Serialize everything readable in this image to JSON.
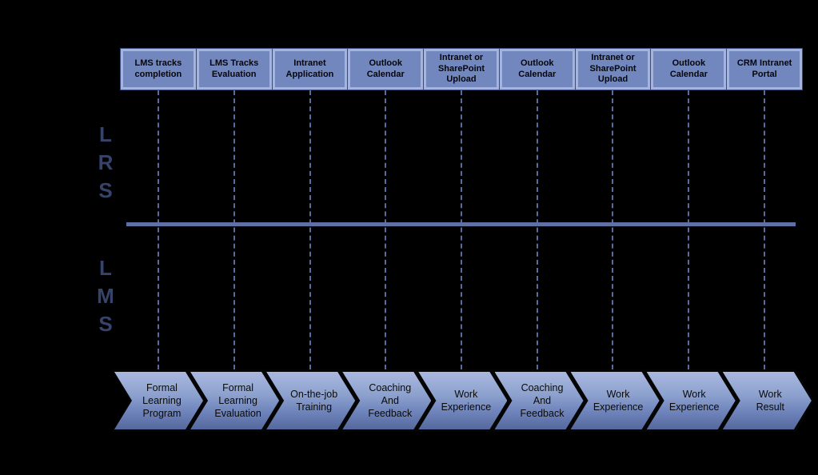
{
  "diagram": {
    "title": "Learning systems and process flow diagram",
    "colors": {
      "background": "#000000",
      "box_fill": "#7287BD",
      "box_border_light": "#A4B4DC",
      "box_border_dark": "#3A4C7E",
      "divider": "#5E71A2",
      "connector": "#5A6C9E",
      "side_letters": "#36436A",
      "chevron_gradient_top": "#A9B8DF",
      "chevron_gradient_bottom": "#55689E",
      "chevron_outline": "#050505",
      "text": "#000000"
    },
    "side_labels": {
      "lrs": {
        "letters": [
          "L",
          "R",
          "S"
        ]
      },
      "lms": {
        "letters": [
          "L",
          "M",
          "S"
        ]
      }
    },
    "systems_row": [
      "LMS tracks\ncompletion",
      "LMS Tracks\nEvaluation",
      "Intranet\nApplication",
      "Outlook\nCalendar",
      "Intranet or\nSharePoint\nUpload",
      "Outlook\nCalendar",
      "Intranet or\nSharePoint\nUpload",
      "Outlook\nCalendar",
      "CRM Intranet\nPortal"
    ],
    "process_row": [
      "Formal\nLearning\nProgram",
      "Formal\nLearning\nEvaluation",
      "On-the-job\nTraining",
      "Coaching\nAnd\nFeedback",
      "Work\nExperience",
      "Coaching\nAnd\nFeedback",
      "Work\nExperience",
      "Work\nExperience",
      "Work\nResult"
    ]
  }
}
